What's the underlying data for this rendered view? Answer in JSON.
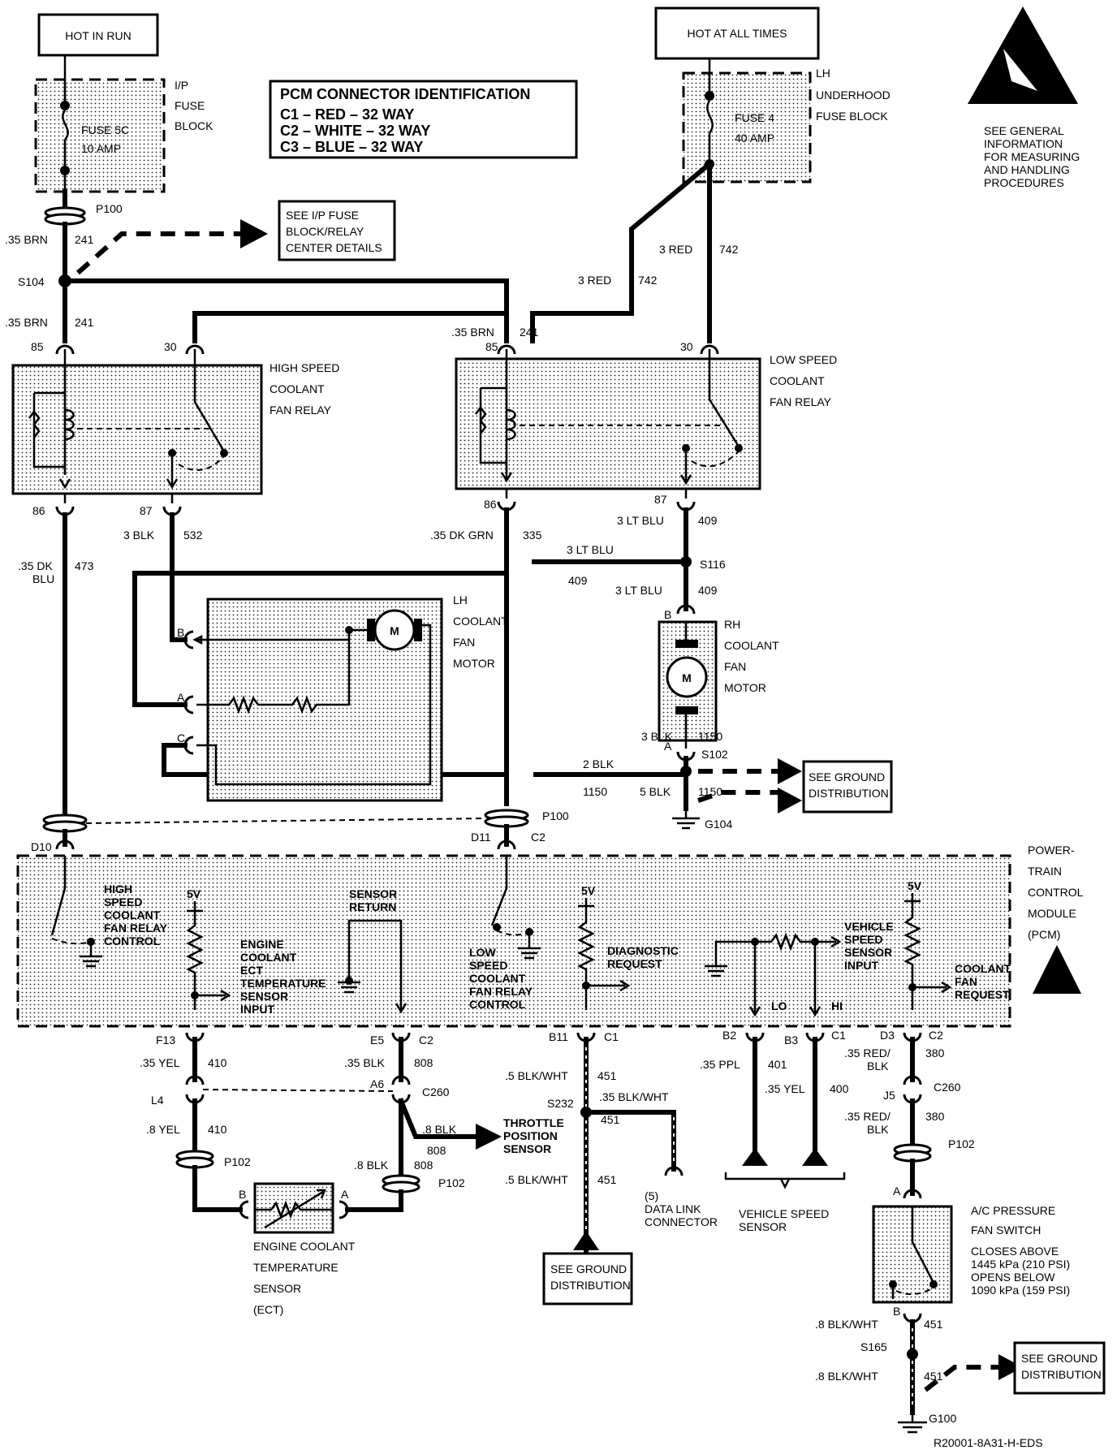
{
  "hot_in_run": "HOT IN RUN",
  "hot_at_all_times": "HOT AT ALL TIMES",
  "ip_fuse_block": [
    "I/P",
    "FUSE",
    "BLOCK"
  ],
  "fuse_5c": [
    "FUSE 5C",
    "10 AMP"
  ],
  "lh_underhood_fuse_block": [
    "LH",
    "UNDERHOOD",
    "FUSE BLOCK"
  ],
  "fuse_4": [
    "FUSE 4",
    "40 AMP"
  ],
  "pcm_connector_id": {
    "title": "PCM CONNECTOR IDENTIFICATION",
    "rows": [
      "C1  –  RED      – 32 WAY",
      "C2  –  WHITE  – 32 WAY",
      "C3  –  BLUE    – 32 WAY"
    ]
  },
  "esd_note": [
    "SEE GENERAL",
    "INFORMATION",
    "FOR MEASURING",
    "AND HANDLING",
    "PROCEDURES"
  ],
  "see_ip_fuse": [
    "SEE I/P FUSE",
    "BLOCK/RELAY",
    "CENTER DETAILS"
  ],
  "see_ground_distribution": [
    "SEE GROUND",
    "DISTRIBUTION"
  ],
  "high_speed_relay": [
    "HIGH SPEED",
    "COOLANT",
    "FAN RELAY"
  ],
  "low_speed_relay": [
    "LOW SPEED",
    "COOLANT",
    "FAN RELAY"
  ],
  "lh_fan_motor": [
    "LH",
    "COOLANT",
    "FAN",
    "MOTOR"
  ],
  "rh_fan_motor": [
    "RH",
    "COOLANT",
    "FAN",
    "MOTOR"
  ],
  "pcm": [
    "POWER-",
    "TRAIN",
    "CONTROL",
    "MODULE",
    "(PCM)"
  ],
  "pcm_inputs": {
    "high_speed": [
      "HIGH",
      "SPEED",
      "COOLANT",
      "FAN RELAY",
      "CONTROL"
    ],
    "ect_input": [
      "ENGINE",
      "COOLANT",
      "ECT",
      "TEMPERATURE",
      "SENSOR",
      "INPUT"
    ],
    "sensor_return": [
      "SENSOR",
      "RETURN"
    ],
    "low_speed": [
      "LOW",
      "SPEED",
      "COOLANT",
      "FAN RELAY",
      "CONTROL"
    ],
    "diagnostic": [
      "DIAGNOSTIC",
      "REQUEST"
    ],
    "vss_input": [
      "VEHICLE",
      "SPEED",
      "SENSOR",
      "INPUT"
    ],
    "fan_request": [
      "COOLANT",
      "FAN",
      "REQUEST"
    ],
    "five_v": "5V",
    "lo": "LO",
    "hi": "HI",
    "m": "M"
  },
  "ect_sensor": [
    "ENGINE COOLANT",
    "TEMPERATURE",
    "SENSOR",
    "(ECT)"
  ],
  "tps": [
    "THROTTLE",
    "POSITION",
    "SENSOR"
  ],
  "dlc": [
    "(5)",
    "DATA LINK",
    "CONNECTOR"
  ],
  "vss": [
    "VEHICLE SPEED",
    "SENSOR"
  ],
  "ac_switch": {
    "name": [
      "A/C PRESSURE",
      "FAN SWITCH"
    ],
    "spec": [
      "CLOSES ABOVE",
      "1445 kPa (210 PSI)",
      "OPENS BELOW",
      "1090 kPa (159 PSI)"
    ]
  },
  "wire_labels": {
    "brn1": ".35 BRN",
    "c241a": "241",
    "brn2": ".35 BRN",
    "c241b": "241",
    "brn3": ".35 BRN",
    "c241c": "241",
    "red1": "3 RED",
    "c742a": "742",
    "red2": "3 RED",
    "c742b": "742",
    "dkblu1": ".35 DK",
    "dkblu2": "BLU",
    "c473": "473",
    "blk1": "3 BLK",
    "c532": "532",
    "dkgrn": ".35 DK GRN",
    "c335": "335",
    "ltblu1": "3 LT BLU",
    "c409a": "409",
    "ltblu2": "3 LT BLU",
    "c409b": "409",
    "ltblu3": "3 LT BLU",
    "c409c": "409",
    "blk2": "3 BLK",
    "c1150a": "1150",
    "blk3": "2 BLK",
    "c1150b": "1150",
    "blk4": "5 BLK",
    "c1150c": "1150",
    "yel1": ".35 YEL",
    "c410a": "410",
    "yel2": ".8 YEL",
    "c410b": "410",
    "blk5": ".35 BLK",
    "c808a": "808",
    "blk6": ".8 BLK",
    "c808b": "808",
    "blk7": ".8 BLK",
    "c808c": "808",
    "bw1": ".5 BLK/WHT",
    "c451a": "451",
    "bw2": ".35 BLK/WHT",
    "c451b": "451",
    "bw3": ".5 BLK/WHT",
    "c451c": "451",
    "ppl": ".35 PPL",
    "c401": "401",
    "yel3": ".35 YEL",
    "c400": "400",
    "rb1": ".35 RED/",
    "rb1b": "BLK",
    "c380a": "380",
    "rb2": ".35 RED/",
    "rb2b": "BLK",
    "c380b": "380",
    "bw4": ".8 BLK/WHT",
    "c451d": "451",
    "bw5": ".8 BLK/WHT",
    "c451e": "451"
  },
  "pins": {
    "p85a": "85",
    "p30a": "30",
    "p86a": "86",
    "p87a": "87",
    "p85b": "85",
    "p30b": "30",
    "p86b": "86",
    "p87b": "87",
    "lhB": "B",
    "lhA": "A",
    "lhC": "C",
    "rhB": "B",
    "rhA": "A",
    "d10": "D10",
    "d11": "D11",
    "c2a": "C2",
    "f13": "F13",
    "e5": "E5",
    "c2b": "C2",
    "b11": "B11",
    "c1a": "C1",
    "b2": "B2",
    "b3": "B3",
    "c1b": "C1",
    "d3": "D3",
    "c2c": "C2",
    "l4": "L4",
    "a6": "A6",
    "j5": "J5",
    "ectB": "B",
    "ectA": "A",
    "acA": "A",
    "acB": "B"
  },
  "connectors": {
    "p100a": "P100",
    "p100b": "P100",
    "s104": "S104",
    "s116": "S116",
    "s102": "S102",
    "g104": "G104",
    "c260a": "C260",
    "c260b": "C260",
    "p102a": "P102",
    "p102b": "P102",
    "p102c": "P102",
    "s232": "S232",
    "s165": "S165",
    "g100": "G100"
  },
  "figure_id": "R20001-8A31-H-EDS"
}
